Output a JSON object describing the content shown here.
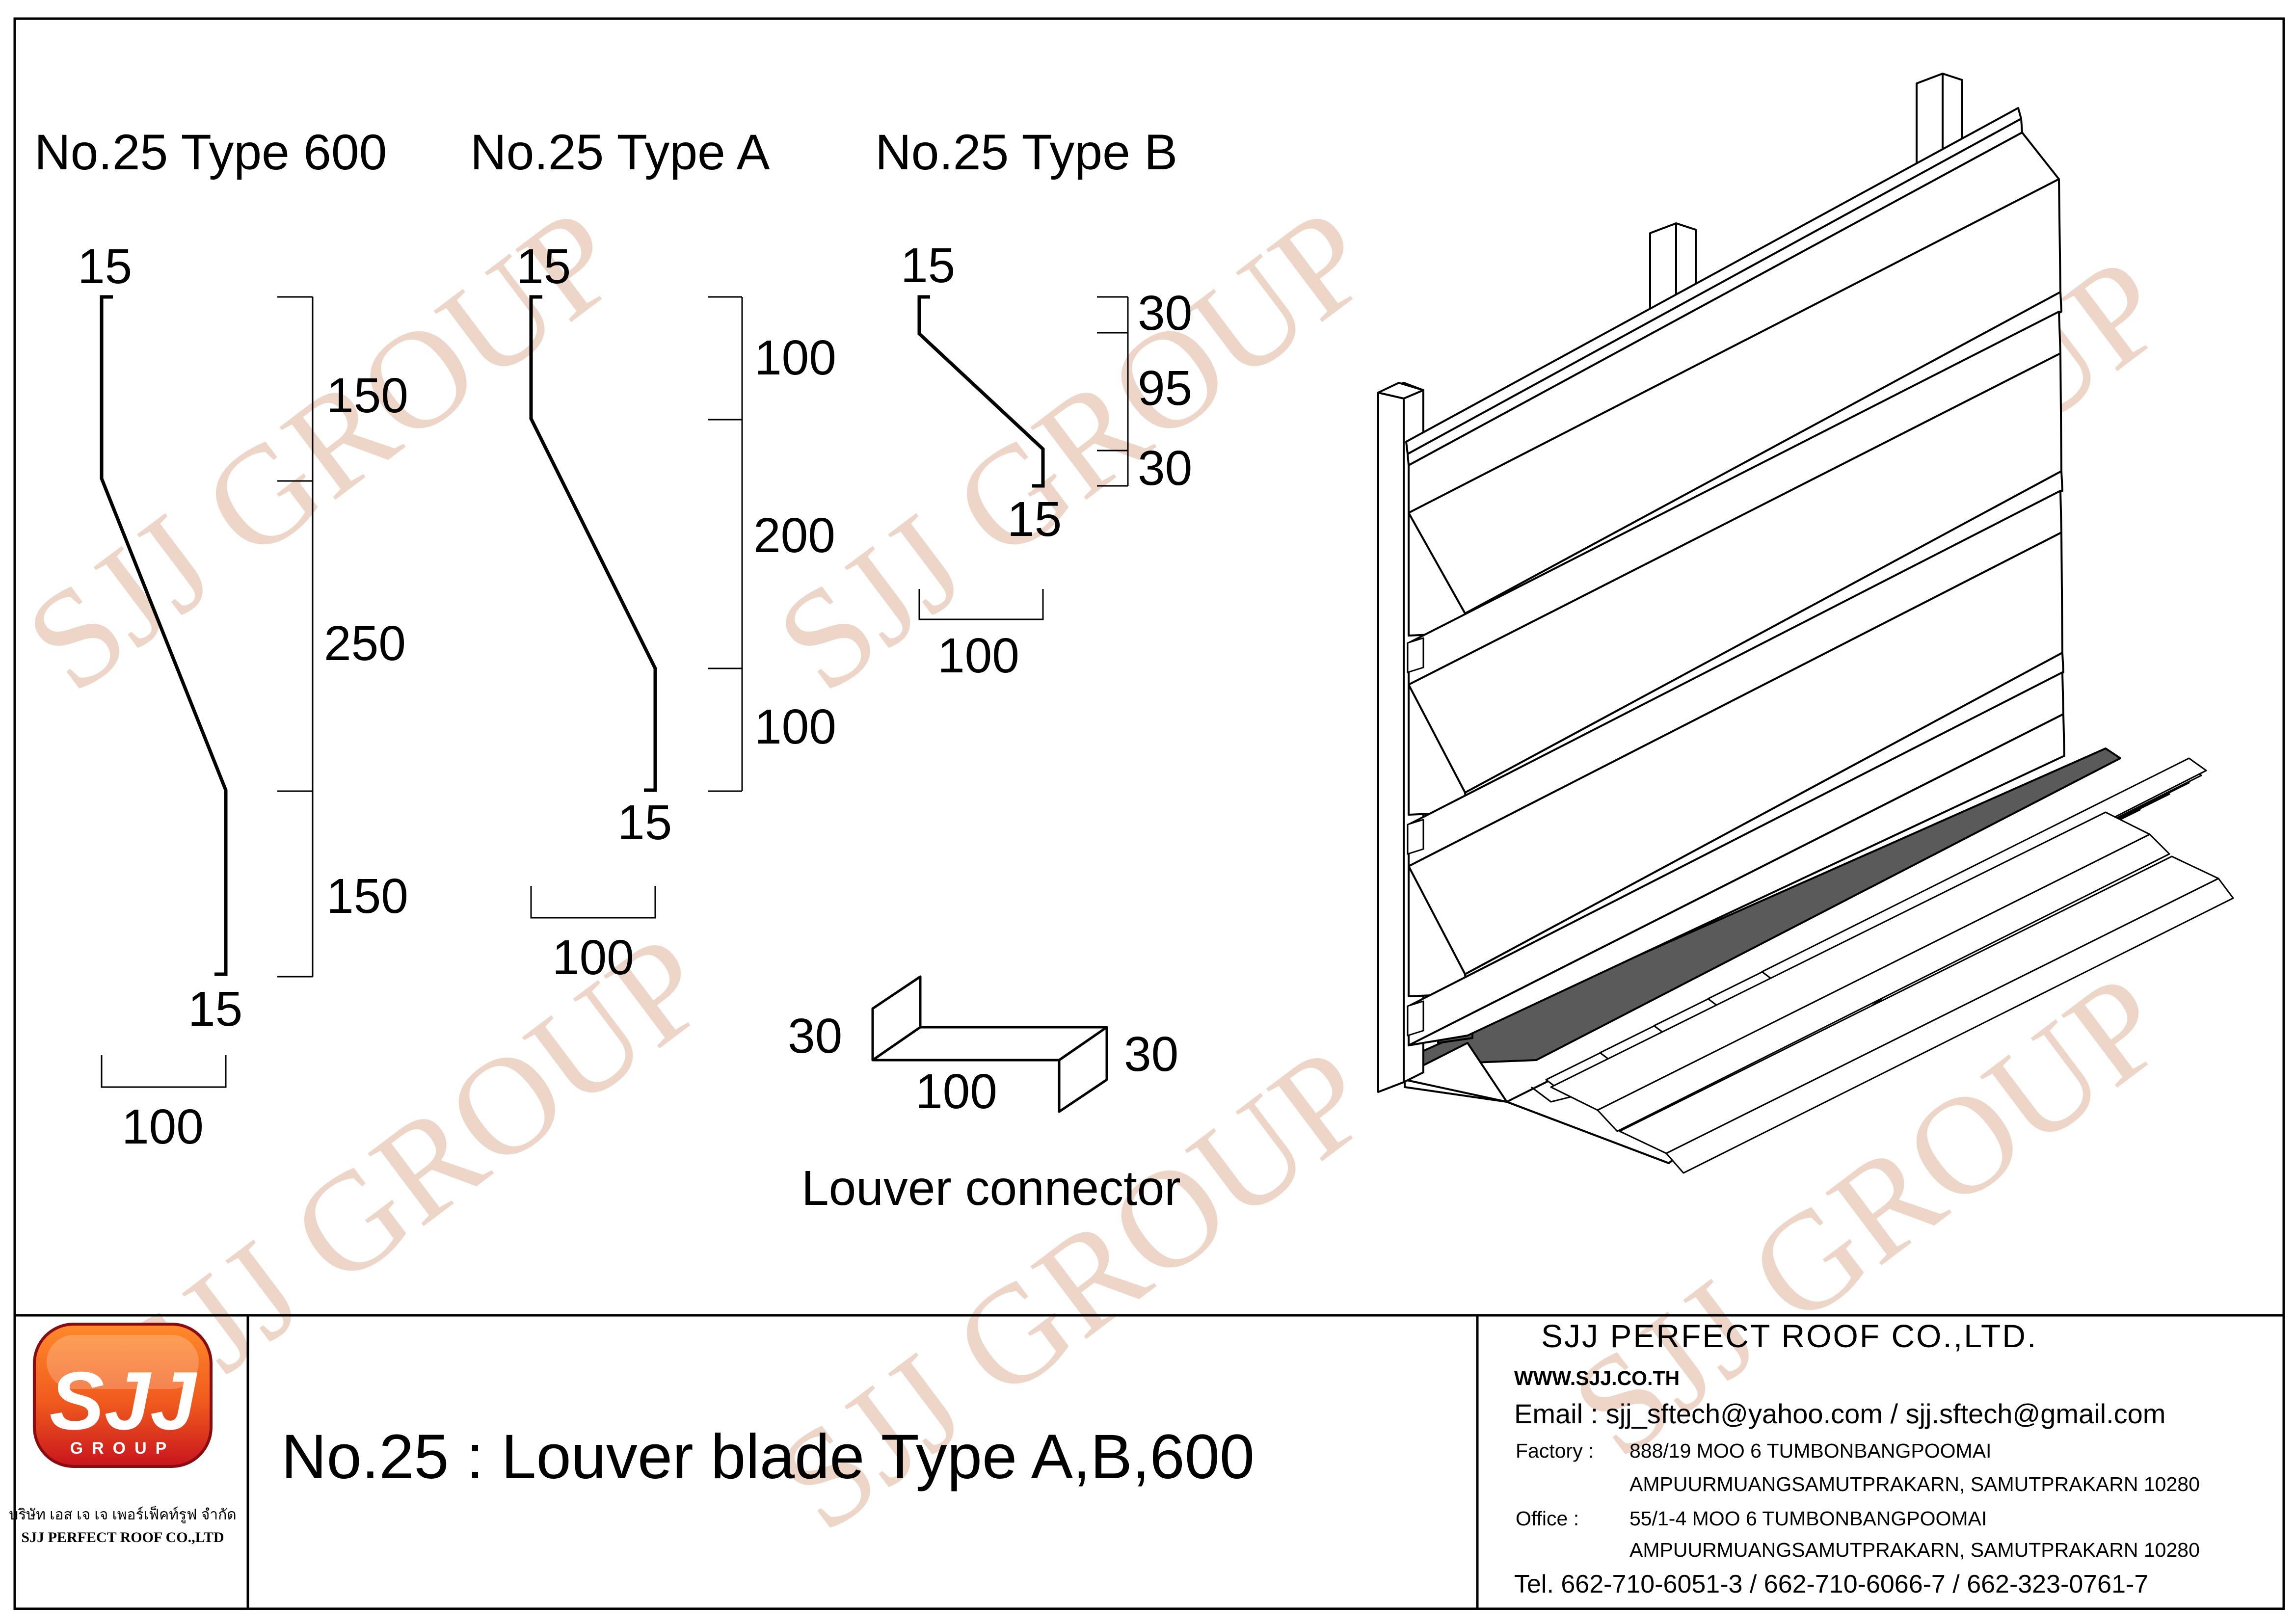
{
  "profiles": {
    "type600": {
      "title": "No.25 Type 600",
      "lip_top": "15",
      "lip_bottom": "15",
      "width": "100",
      "segments": [
        "150",
        "250",
        "150"
      ]
    },
    "typeA": {
      "title": "No.25 Type A",
      "lip_top": "15",
      "lip_bottom": "15",
      "width": "100",
      "segments": [
        "100",
        "200",
        "100"
      ]
    },
    "typeB": {
      "title": "No.25 Type B",
      "lip_top": "15",
      "lip_bottom": "15",
      "width": "100",
      "segments": [
        "30",
        "95",
        "30"
      ]
    }
  },
  "connector": {
    "label": "Louver connector",
    "left": "30",
    "width": "100",
    "right": "30"
  },
  "watermark": "SJJ GROUP",
  "titleblock": {
    "logo_main": "SJJ",
    "logo_sub": "GROUP",
    "logo_thai": "บริษัท เอส เจ เจ เพอร์เฟ็คท์รูฟ จำกัด",
    "logo_en": "SJJ PERFECT ROOF CO.,LTD",
    "drawing_title": "No.25 : Louver blade Type A,B,600",
    "company": "SJJ PERFECT ROOF CO.,LTD.",
    "website": "WWW.SJJ.CO.TH",
    "email": "Email : sjj_sftech@yahoo.com / sjj.sftech@gmail.com",
    "factory_label": "Factory :",
    "factory_line1": "888/19 MOO 6 TUMBONBANGPOOMAI",
    "factory_line2": "AMPUURMUANGSAMUTPRAKARN, SAMUTPRAKARN 10280",
    "office_label": "Office  :",
    "office_line1": "55/1-4 MOO 6 TUMBONBANGPOOMAI",
    "office_line2": "AMPUURMUANGSAMUTPRAKARN, SAMUTPRAKARN 10280",
    "tel": "Tel. 662-710-6051-3 / 662-710-6066-7 / 662-323-0761-7"
  },
  "colors": {
    "line": "#000000",
    "watermark": "#e7c9b5",
    "shade": "#5a5a5a",
    "logo_orange": "#f05a1e",
    "logo_red": "#c8141e"
  }
}
